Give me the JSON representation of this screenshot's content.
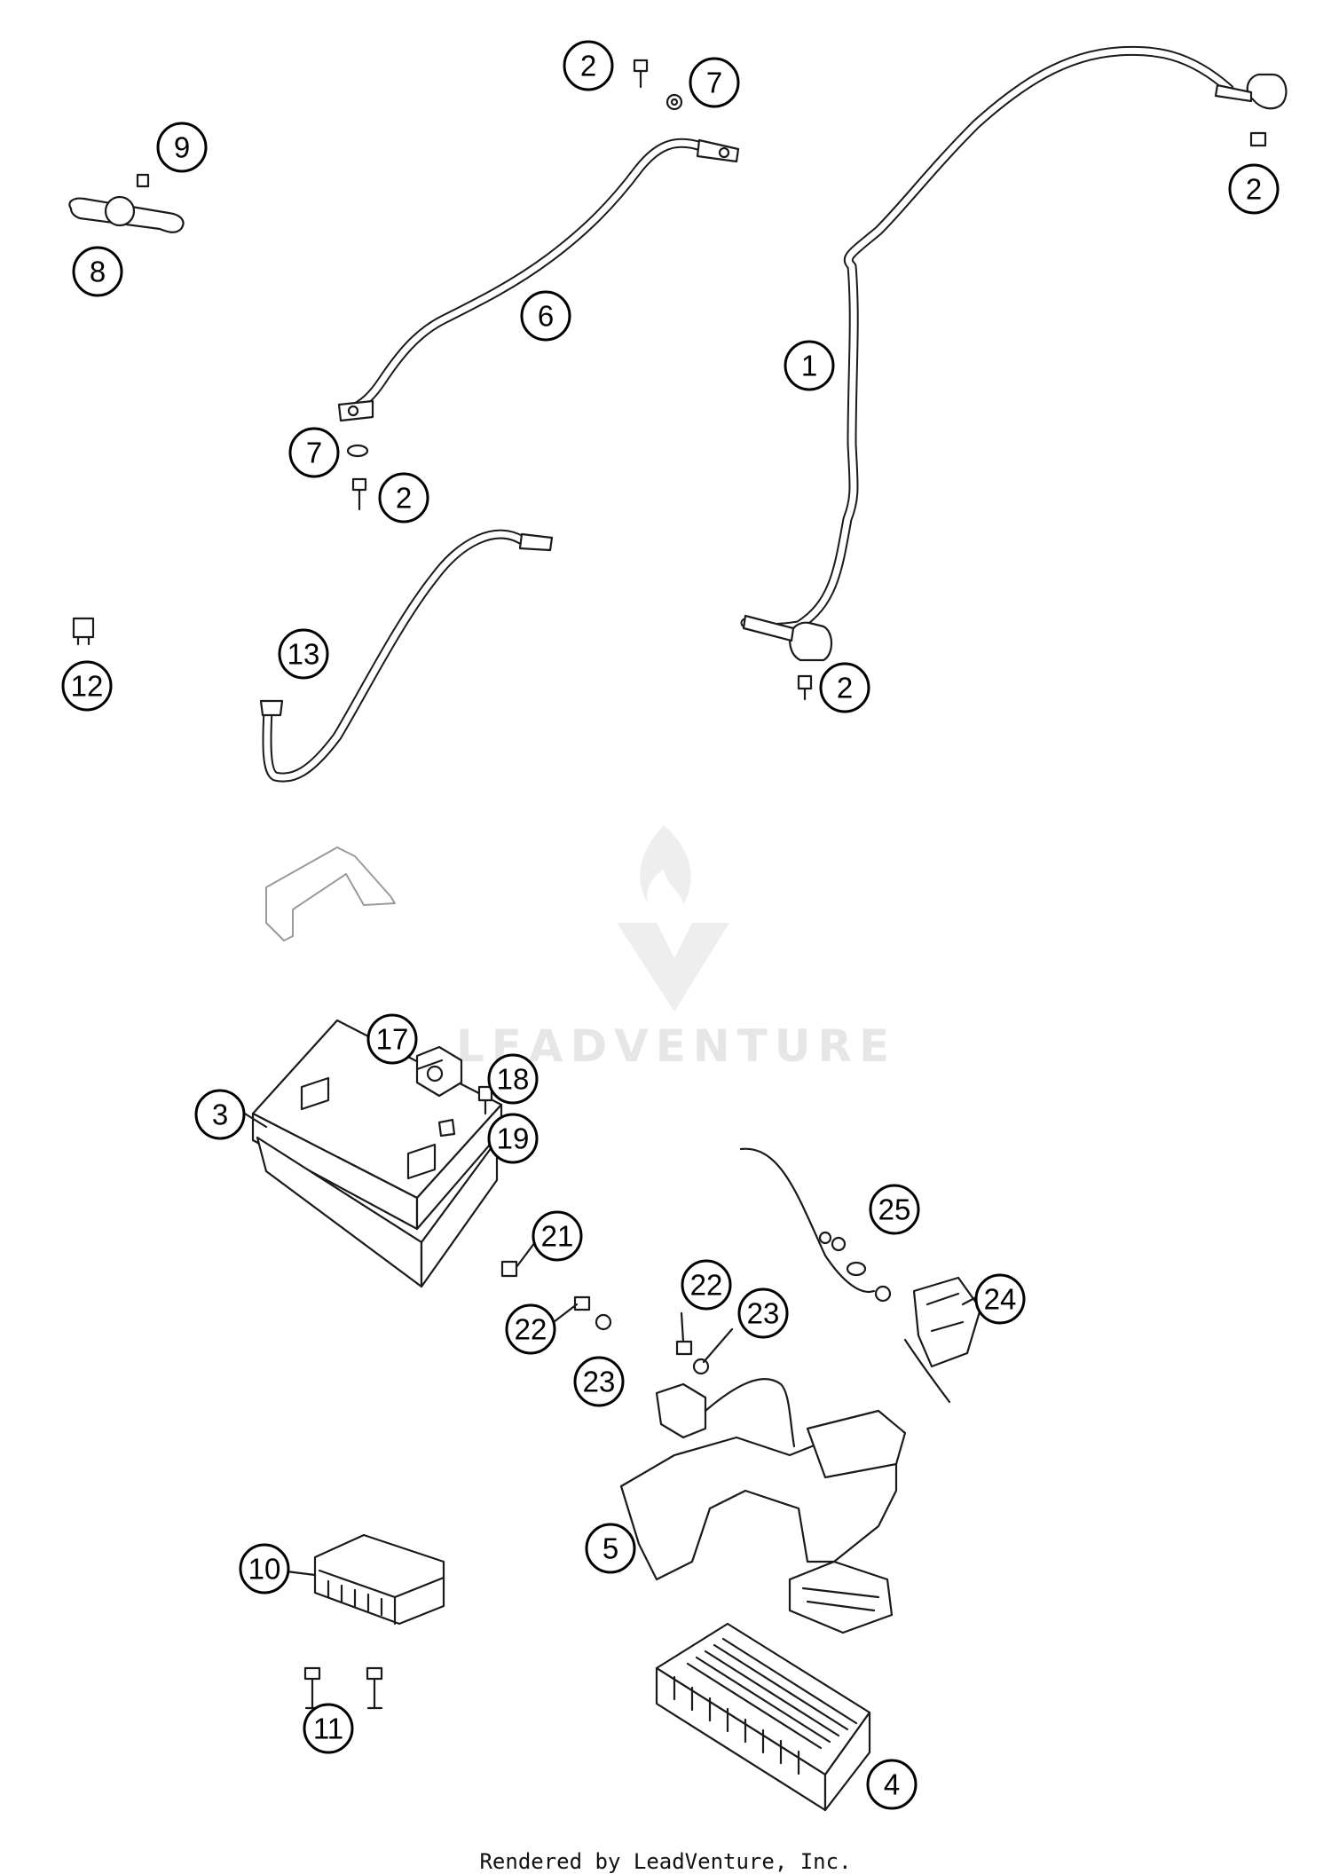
{
  "diagram": {
    "watermark_text": "LEADVENTURE",
    "footer_text": "Rendered by LeadVenture, Inc.",
    "callouts": [
      "1",
      "2",
      "7",
      "9",
      "2",
      "8",
      "6",
      "7",
      "2",
      "12",
      "13",
      "2",
      "17",
      "18",
      "19",
      "3",
      "21",
      "25",
      "24",
      "22",
      "23",
      "22",
      "23",
      "5",
      "10",
      "11",
      "4"
    ]
  }
}
